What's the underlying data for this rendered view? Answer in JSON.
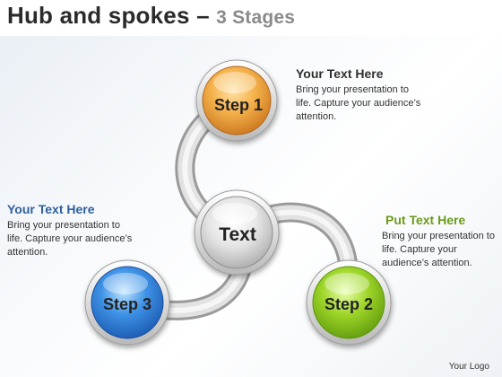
{
  "header": {
    "title_main": "Hub and spokes",
    "title_dash": "–",
    "title_sub": "3 Stages"
  },
  "diagram": {
    "hub_label": "Text",
    "step1_label": "Step 1",
    "step2_label": "Step 2",
    "step3_label": "Step 3",
    "colors": {
      "step1": "#f0a23a",
      "step2": "#8fcf1f",
      "step3": "#2f7fd8",
      "hub": "#d8d8d8",
      "connector": "#cfcfcf"
    }
  },
  "callouts": {
    "top_right": {
      "heading": "Your Text Here",
      "body": "Bring your presentation to life. Capture your audience’s attention."
    },
    "left": {
      "heading": "Your Text Here",
      "body": "Bring your presentation to life. Capture your audience’s attention."
    },
    "bottom_right": {
      "heading": "Put Text Here",
      "body": "Bring your presentation to life. Capture your audience’s attention."
    }
  },
  "footer": {
    "logo_text": "Your Logo"
  }
}
